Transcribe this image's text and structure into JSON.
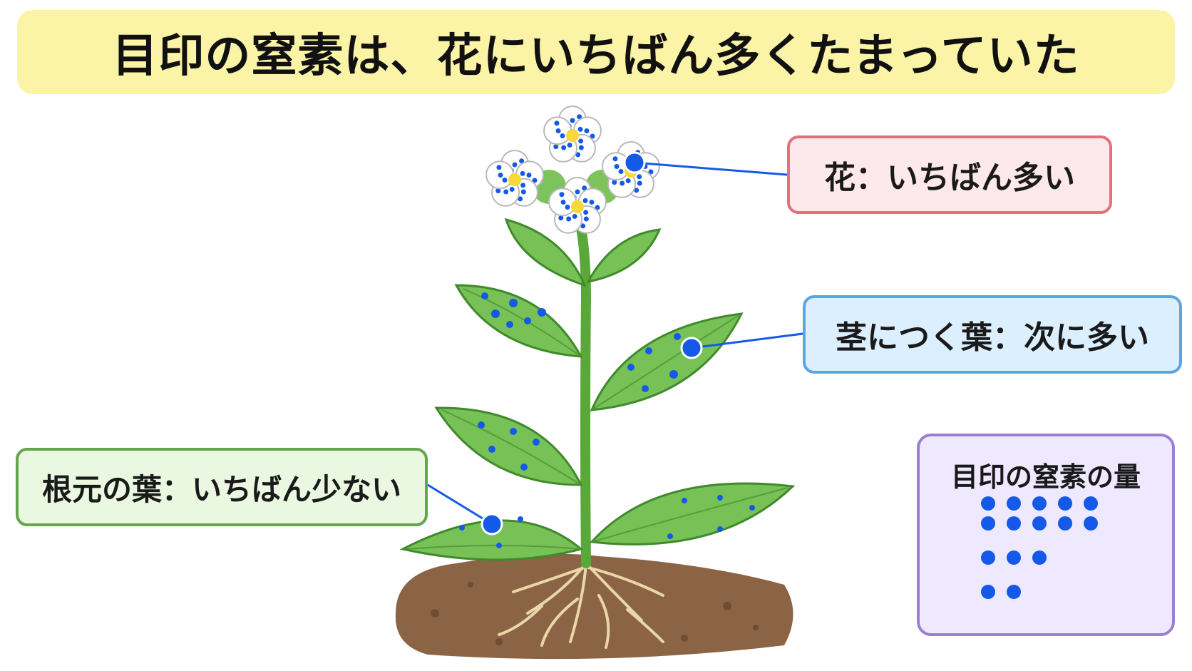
{
  "title": "目印の窒素は、花にいちばん多くたまっていた",
  "labels": {
    "flower": "花：いちばん多い",
    "stem_leaf": "茎につく葉：次に多い",
    "root_leaf": "根元の葉：いちばん少ない"
  },
  "legend": {
    "title": "目印の窒素の量",
    "rows": [
      5,
      5,
      3,
      2
    ]
  },
  "colors": {
    "title_bg": "#fbf3a6",
    "dot": "#1559e8",
    "leaf": "#6fbe4f",
    "soil": "#8a6444"
  }
}
